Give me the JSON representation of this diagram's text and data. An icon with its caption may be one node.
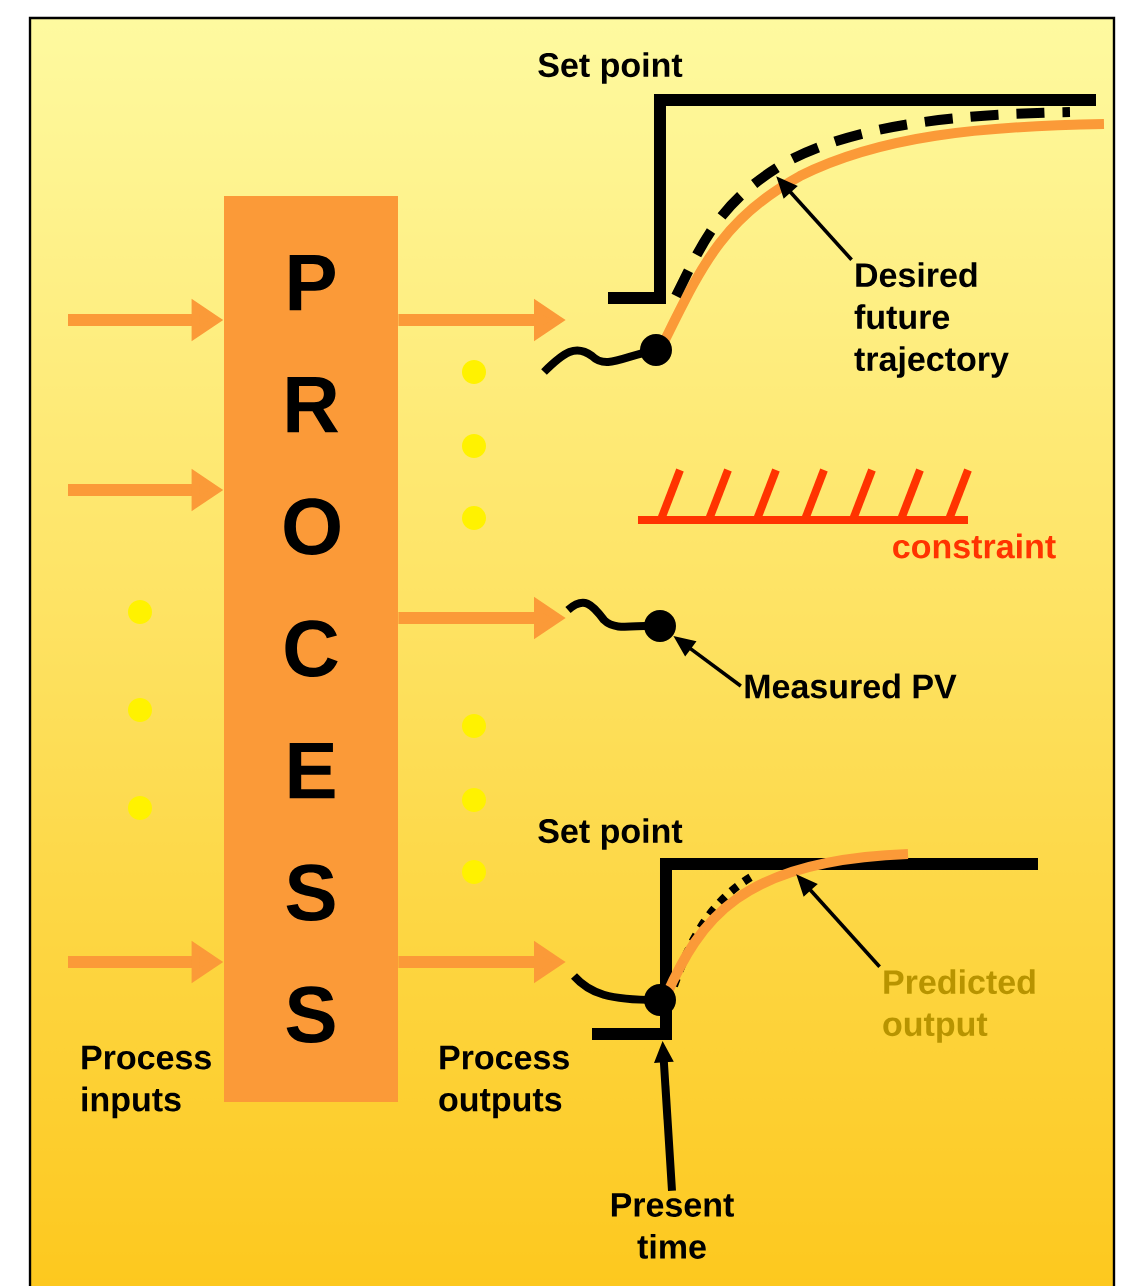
{
  "diagram": {
    "nodes": [
      {
        "text": [
          "P R O C E S S"
        ]
      },
      {
        "text": [
          "Desired future trajectory"
        ]
      },
      {
        "text": [
          "Measured PV"
        ]
      },
      {
        "text": [
          "Predicted output"
        ]
      },
      {
        "text": [
          "Present time"
        ]
      },
      {
        "text": [],
        "shape": "circle"
      },
      {
        "text": [],
        "shape": "circle"
      },
      {
        "text": [],
        "shape": "circle"
      }
    ],
    "edges": [
      {
        "from": null,
        "to": 0,
        "arrow": "to"
      },
      {
        "from": null,
        "to": 0,
        "arrow": "to"
      },
      {
        "from": null,
        "to": 0,
        "arrow": "to"
      },
      {
        "from": 0,
        "to": null,
        "arrow": "to"
      },
      {
        "from": 0,
        "to": null,
        "arrow": "to"
      },
      {
        "from": 0,
        "to": null,
        "arrow": "to"
      },
      {
        "from": 1,
        "to": null,
        "arrow": "to",
        "color": "#000000"
      },
      {
        "from": 2,
        "to": 6,
        "arrow": "to",
        "color": "#000000"
      },
      {
        "from": 3,
        "to": null,
        "arrow": "to",
        "color": "#000000"
      },
      {
        "from": 4,
        "to": 7,
        "arrow": "to",
        "color": "#000000"
      }
    ],
    "labels": [
      "Set point",
      "constraint",
      "Set point",
      "Process inputs",
      "Process outputs"
    ]
  }
}
